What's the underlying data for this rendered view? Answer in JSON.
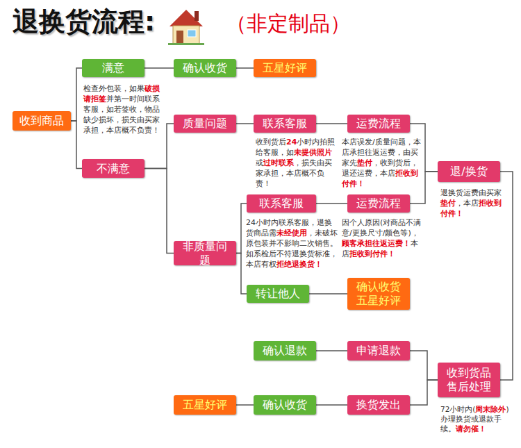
{
  "diagram": {
    "title": "退换货流程:",
    "nodes": [
      {
        "text": [
          "收到商品"
        ]
      },
      {
        "text": [
          "满意"
        ]
      },
      {
        "text": [
          "确认收货"
        ]
      },
      {
        "text": [
          "五星好评"
        ]
      },
      {
        "text": [
          "不满意"
        ]
      },
      {
        "text": [
          "质量问题"
        ]
      },
      {
        "text": [
          "联系客服"
        ]
      },
      {
        "text": [
          "运费流程"
        ]
      },
      {
        "text": [
          "联系客服"
        ]
      },
      {
        "text": [
          "运费流程"
        ]
      },
      {
        "text": [
          "非质量问题"
        ]
      },
      {
        "text": [
          "转让他人"
        ]
      },
      {
        "text": [
          "确认收货 五星好评"
        ]
      },
      {
        "text": [
          "退/换货"
        ]
      },
      {
        "text": [
          "收到货品 售后处理"
        ]
      },
      {
        "text": [
          "申请退款"
        ]
      },
      {
        "text": [
          "确认退款"
        ]
      },
      {
        "text": [
          "换货发出"
        ]
      },
      {
        "text": [
          "确认收货"
        ]
      },
      {
        "text": [
          "五星好评"
        ]
      }
    ],
    "edges": [
      {
        "from": 0,
        "to": 1,
        "arrow": "none"
      },
      {
        "from": 0,
        "to": 4,
        "arrow": "none"
      },
      {
        "from": 1,
        "to": 2,
        "arrow": "none"
      },
      {
        "from": 2,
        "to": 3,
        "arrow": "none"
      },
      {
        "from": 4,
        "to": 5,
        "arrow": "none"
      },
      {
        "from": 4,
        "to": 10,
        "arrow": "none"
      },
      {
        "from": 5,
        "to": 6,
        "arrow": "none"
      },
      {
        "from": 6,
        "to": 7,
        "arrow": "none"
      },
      {
        "from": 7,
        "to": 13,
        "arrow": "none"
      },
      {
        "from": 10,
        "to": 8,
        "arrow": "none"
      },
      {
        "from": 10,
        "to": 11,
        "arrow": "none"
      },
      {
        "from": 8,
        "to": 9,
        "arrow": "none"
      },
      {
        "from": 9,
        "to": 13,
        "arrow": "none"
      },
      {
        "from": 11,
        "to": 12,
        "arrow": "none"
      },
      {
        "from": 13,
        "to": 14,
        "arrow": "none"
      },
      {
        "from": 14,
        "to": 15,
        "arrow": "none"
      },
      {
        "from": 15,
        "to": 16,
        "arrow": "none"
      },
      {
        "from": 14,
        "to": 17,
        "arrow": "none"
      },
      {
        "from": 17,
        "to": 18,
        "arrow": "none"
      },
      {
        "from": 18,
        "to": 19,
        "arrow": "none"
      }
    ],
    "labels": [
      "（非定制品）",
      "检查外包装，如果",
      "破损请拒签",
      "并第一时间联系客服，如若签收，物品缺少损坏，损失由买家承担，本店概不负责！",
      "收到货后",
      "24",
      "小时内拍照给客服，如",
      "未提供照片",
      "或",
      "过时联系",
      "，损失由买家承担，本店概不负责！",
      "本店误发/质量问题，本店承担往返运费，由买家先",
      "垫付",
      "，收到货后，退还运费，本店",
      "拒收到付件！",
      "退换货运费由买家",
      "垫付",
      "，本店",
      "拒收到付件！",
      "24小时内联系客服，退换货商品需",
      "未经使用",
      "，未破坏原包装并不影响二次销售。如系检后不符退换货标准，本店有权",
      "拒绝退换货！",
      "因个人原因(对商品不满意/更换尺寸/颜色等)，",
      "顾客承担往返运费！",
      "本店",
      "拒收到付件！",
      "72小时内(",
      "周末除外",
      ")办理换货或退款手续。",
      "请勿催！"
    ]
  }
}
